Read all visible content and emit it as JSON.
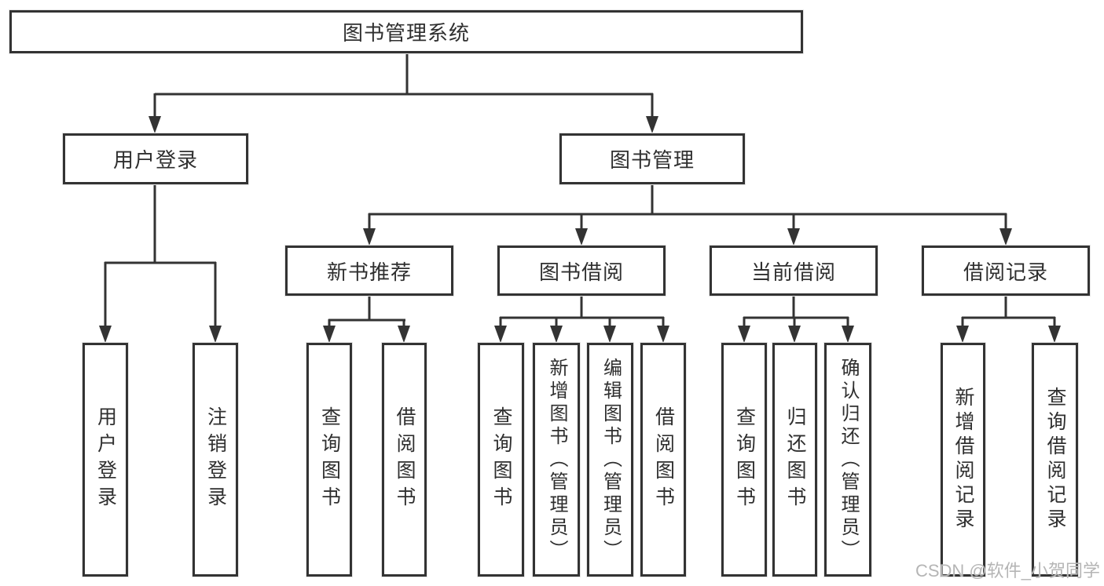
{
  "tree": {
    "label": "图书管理系统",
    "children": [
      {
        "label": "用户登录",
        "children": [
          {
            "label": "用户登录"
          },
          {
            "label": "注销登录"
          }
        ]
      },
      {
        "label": "图书管理",
        "children": [
          {
            "label": "新书推荐",
            "children": [
              {
                "label": "查询图书"
              },
              {
                "label": "借阅图书"
              }
            ]
          },
          {
            "label": "图书借阅",
            "children": [
              {
                "label": "查询图书"
              },
              {
                "label": "新增图书（管理员）"
              },
              {
                "label": "编辑图书（管理员）"
              },
              {
                "label": "借阅图书"
              }
            ]
          },
          {
            "label": "当前借阅",
            "children": [
              {
                "label": "查询图书"
              },
              {
                "label": "归还图书"
              },
              {
                "label": "确认归还（管理员）"
              }
            ]
          },
          {
            "label": "借阅记录",
            "children": [
              {
                "label": "新增借阅记录"
              },
              {
                "label": "查询借阅记录"
              }
            ]
          }
        ]
      }
    ]
  },
  "watermark": {
    "text": "CSDN @软件_小贺同学",
    "color": "#b5b5b5"
  },
  "colors": {
    "line": "#333333",
    "box_border": "#333333",
    "box_fill": "#ffffff",
    "text": "#2f2f2f",
    "background": "#ffffff"
  }
}
